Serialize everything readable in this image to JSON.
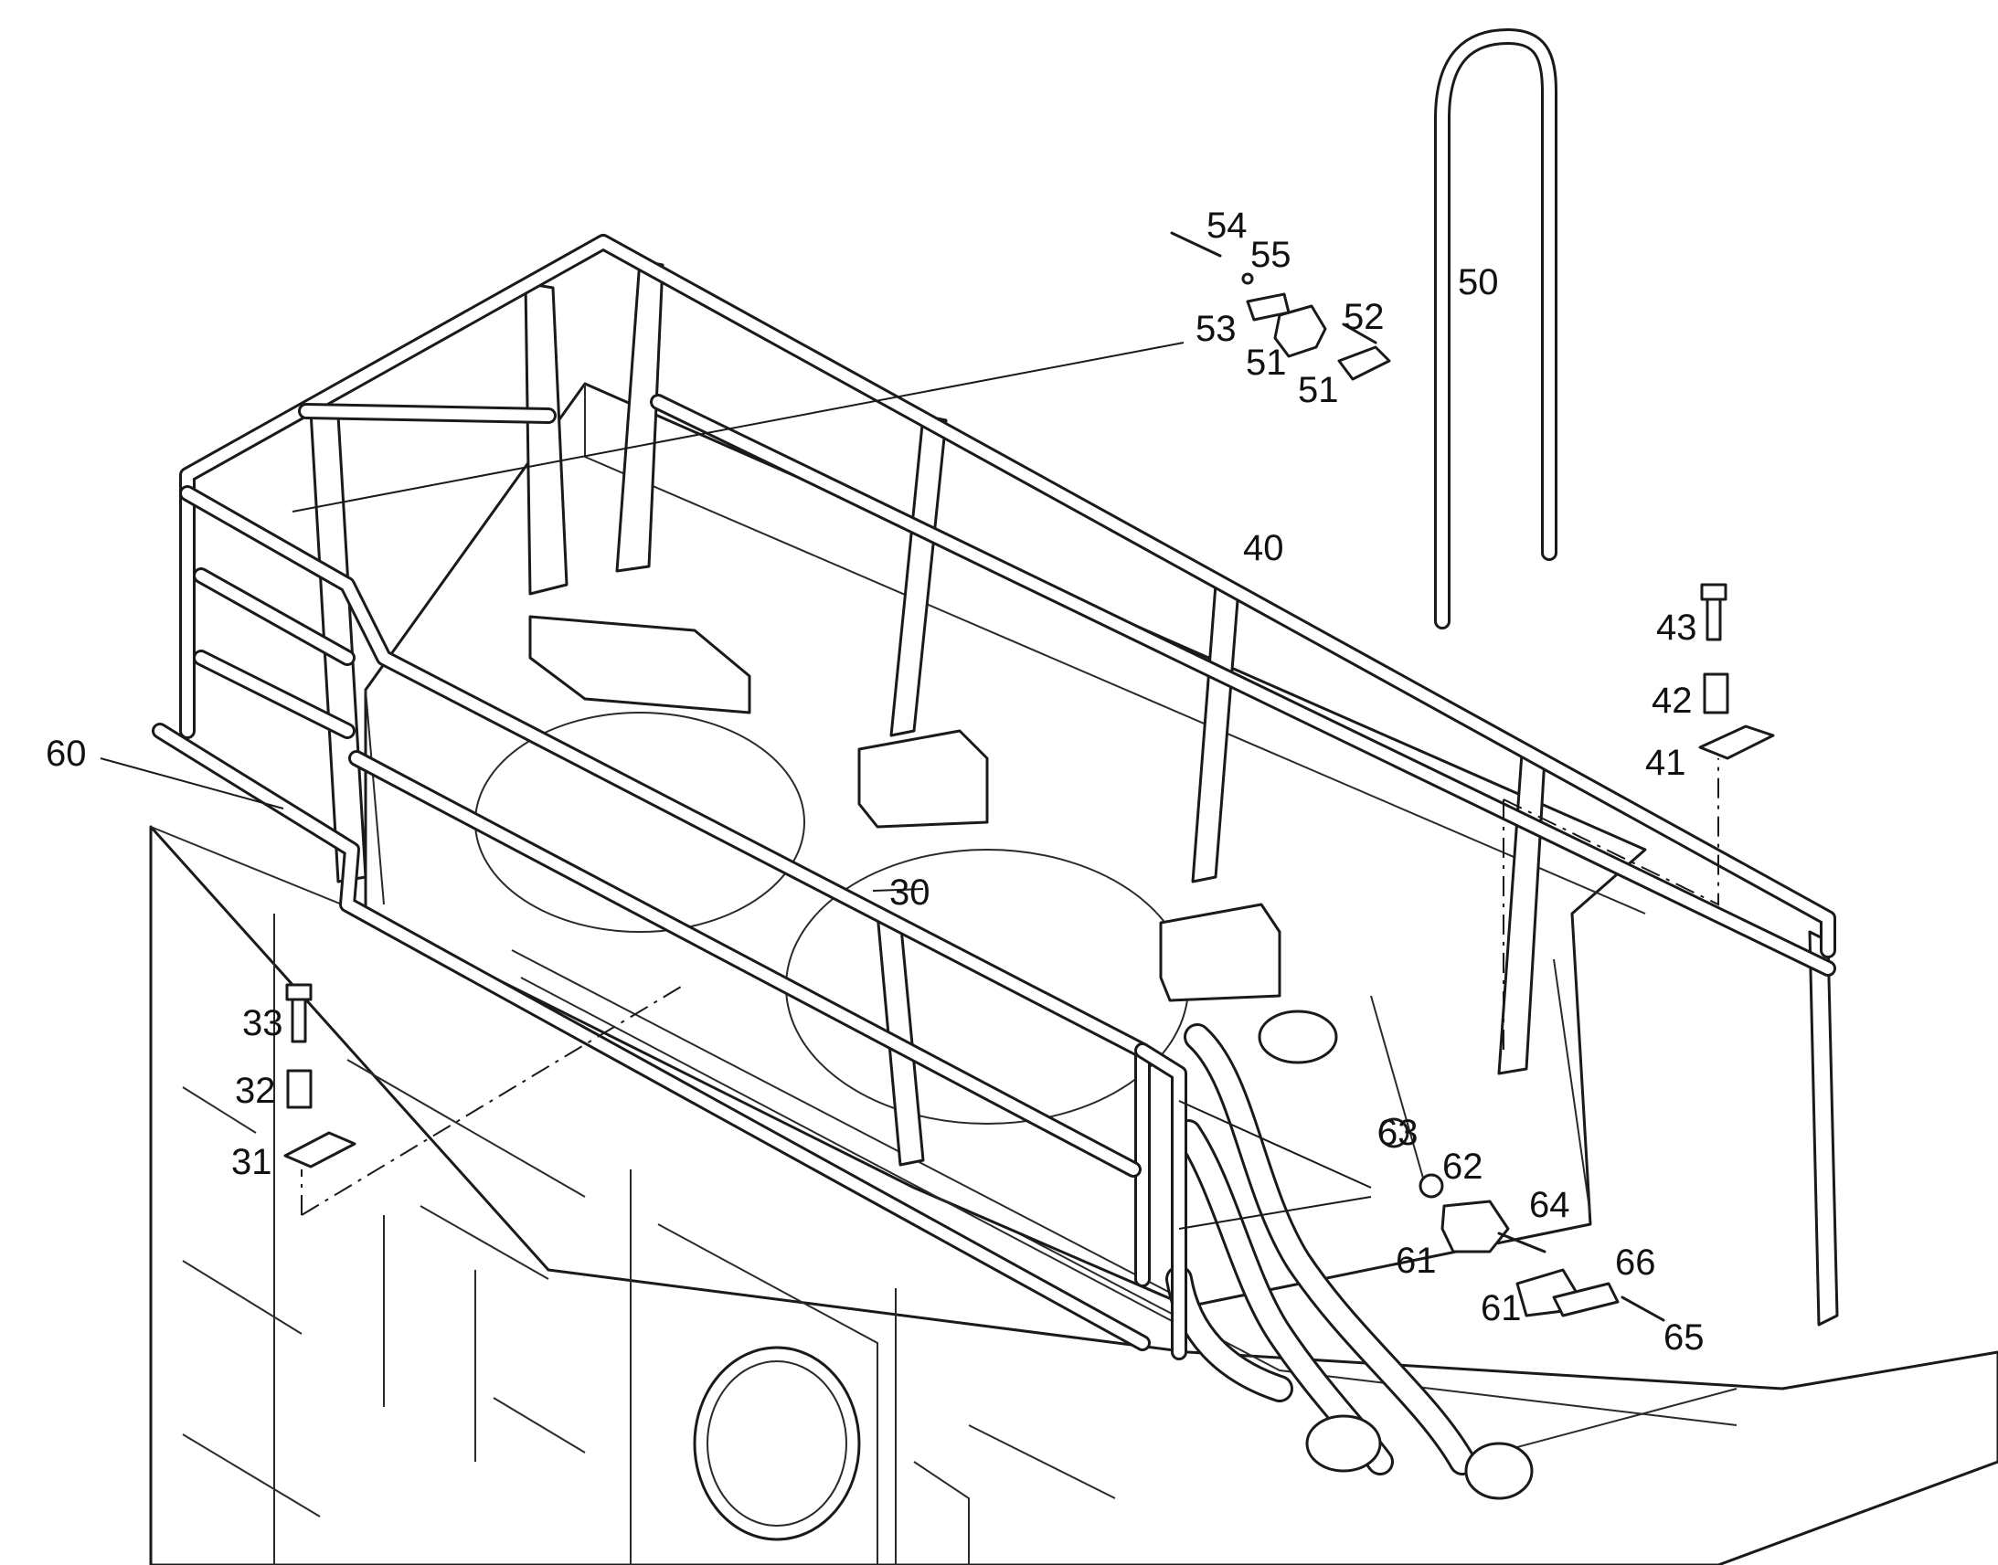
{
  "callouts": {
    "c30": "30",
    "c31": "31",
    "c32": "32",
    "c33": "33",
    "c40": "40",
    "c41": "41",
    "c42": "42",
    "c43": "43",
    "c50": "50",
    "c51a": "51",
    "c51b": "51",
    "c52": "52",
    "c53": "53",
    "c54": "54",
    "c55": "55",
    "c60": "60",
    "c61a": "61",
    "c61b": "61",
    "c62": "62",
    "c63": "63",
    "c64": "64",
    "c65": "65",
    "c66": "66"
  },
  "colors": {
    "line": "#1a1a1a",
    "background": "#ffffff"
  }
}
